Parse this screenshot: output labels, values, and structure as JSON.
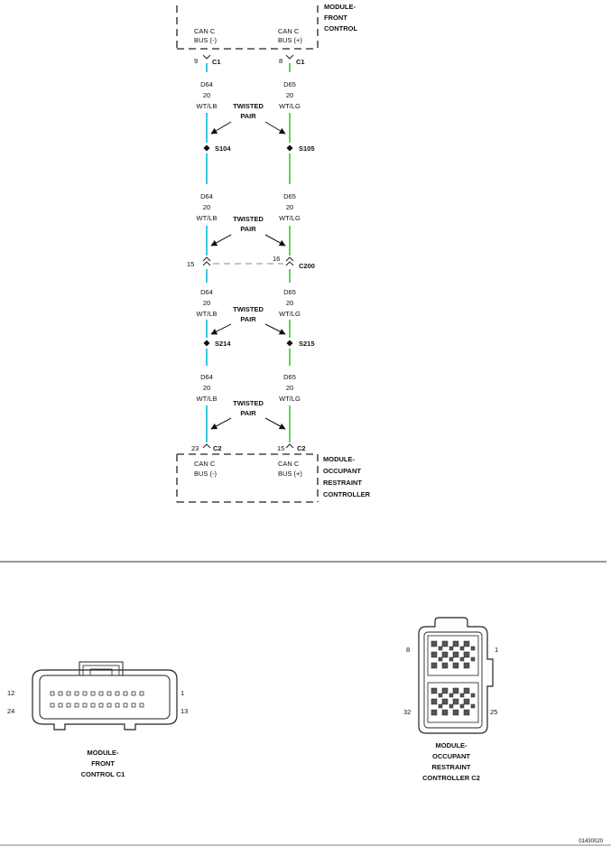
{
  "modules": {
    "front_control": {
      "label_lines": [
        "MODULE-",
        "FRONT",
        "CONTROL"
      ]
    },
    "occupant_restraint": {
      "label_lines": [
        "MODULE-",
        "OCCUPANT",
        "RESTRAINT",
        "CONTROLLER"
      ]
    }
  },
  "terminals": {
    "top": {
      "left": {
        "lines": [
          "CAN C",
          "BUS (-)"
        ],
        "pin": "9",
        "connector": "C1"
      },
      "right": {
        "lines": [
          "CAN C",
          "BUS (+)"
        ],
        "pin": "8",
        "connector": "C1"
      }
    },
    "bottom": {
      "left": {
        "lines": [
          "CAN C",
          "BUS (-)"
        ],
        "pin": "23",
        "connector": "C2"
      },
      "right": {
        "lines": [
          "CAN C",
          "BUS (+)"
        ],
        "pin": "15",
        "connector": "C2"
      }
    }
  },
  "wires": {
    "left": {
      "circuit": "D64",
      "gauge": "20",
      "color_code": "WT/LB",
      "trace_color": "#3fc6e4"
    },
    "right": {
      "circuit": "D65",
      "gauge": "20",
      "color_code": "WT/LG",
      "trace_color": "#5fd45a"
    }
  },
  "twisted_pair": {
    "lines": [
      "TWISTED",
      "PAIR"
    ]
  },
  "splices": {
    "seg1": {
      "left": "S104",
      "right": "S105"
    },
    "seg3": {
      "left": "S214",
      "right": "S215"
    }
  },
  "inline_connector": {
    "name": "C200",
    "left_pin": "15",
    "right_pin": "16"
  },
  "connector_views": {
    "c1": {
      "caption_lines": [
        "MODULE-",
        "FRONT",
        "CONTROL C1"
      ],
      "pins": {
        "top_left": "12",
        "top_right": "1",
        "bottom_left": "24",
        "bottom_right": "13"
      }
    },
    "c2": {
      "caption_lines": [
        "MODULE-",
        "OCCUPANT",
        "RESTRAINT",
        "CONTROLLER C2"
      ],
      "pins": {
        "top_left": "8",
        "top_right": "1",
        "bottom_left": "32",
        "bottom_right": "25"
      }
    }
  },
  "figure_id": "01430020"
}
